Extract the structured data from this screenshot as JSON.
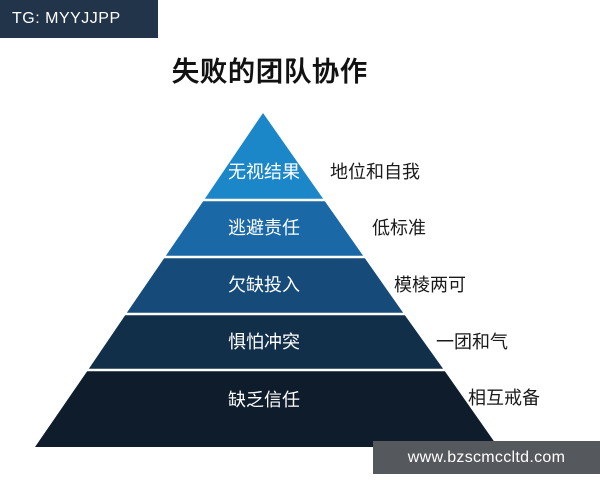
{
  "page": {
    "watermark_top": "TG: MYYJJPP",
    "title": "失败的团队协作",
    "watermark_bottom": "www.bzscmccltd.com"
  },
  "pyramid": {
    "type": "pyramid",
    "levels": [
      {
        "label": "无视结果",
        "side_label": "地位和自我",
        "color": "#1b86c8"
      },
      {
        "label": "逃避责任",
        "side_label": "低标准",
        "color": "#1a68a6"
      },
      {
        "label": "欠缺投入",
        "side_label": "模棱两可",
        "color": "#164a78"
      },
      {
        "label": "惧怕冲突",
        "side_label": "一团和气",
        "color": "#122f4a"
      },
      {
        "label": "缺乏信任",
        "side_label": "相互戒备",
        "color": "#0e1c2b"
      }
    ]
  }
}
